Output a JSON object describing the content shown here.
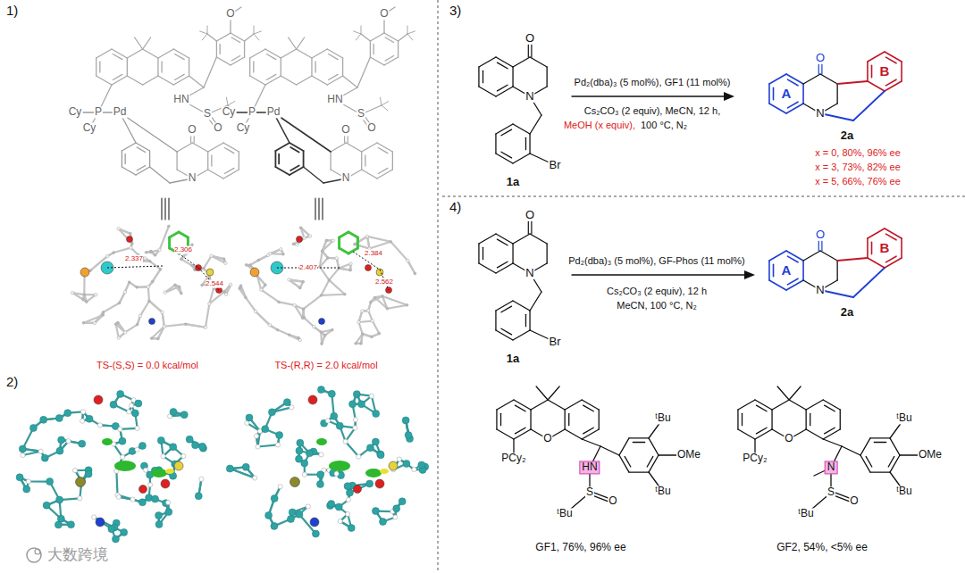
{
  "diagram": {
    "labels": [
      "1)",
      "Cy",
      "P",
      "Pd",
      "Cy",
      "HN",
      "S",
      "O",
      "O",
      "N",
      "O",
      "Cy",
      "P",
      "Pd",
      "Cy",
      "HN",
      "S",
      "O",
      "O",
      "N",
      "O",
      "2.337",
      "2.306",
      "2.544",
      "2.407",
      "2.384",
      "2.562",
      "TS-(S,S) = 0.0 kcal/mol",
      "TS-(R,R) = 2.0 kcal/mol",
      "2)",
      "大数跨境",
      "3)",
      "O",
      "N",
      "Br",
      "1a",
      "Pd₂(dba)₃ (5 mol%), GF1 (11 mol%)",
      "Cs₂CO₃ (2 equiv), MeCN, 12 h,",
      "MeOH (x equiv),",
      "100 °C, N₂",
      "O",
      "B",
      "A",
      "N",
      "2a",
      "x = 0, 80%, 96% ee",
      "x = 3, 73%, 82% ee",
      "x = 5, 66%, 76% ee",
      "4)",
      "O",
      "N",
      "Br",
      "1a",
      "Pd₂(dba)₃ (5 mol%), GF-Phos (11 mol%)",
      "Cs₂CO₃ (2 equiv), 12 h",
      "MeCN, 100 °C, N₂",
      "O",
      "B",
      "A",
      "N",
      "2a",
      "O",
      "PCy₂",
      "HN",
      "S",
      "O",
      "ᵗBu",
      "ᵗBu",
      "ᵗBu",
      "OMe",
      "GF1, 76%, 96% ee",
      "O",
      "PCy₂",
      "N",
      "S",
      "O",
      "ᵗBu",
      "ᵗBu",
      "ᵗBu",
      "OMe",
      "GF2, 54%, <5% ee"
    ]
  }
}
